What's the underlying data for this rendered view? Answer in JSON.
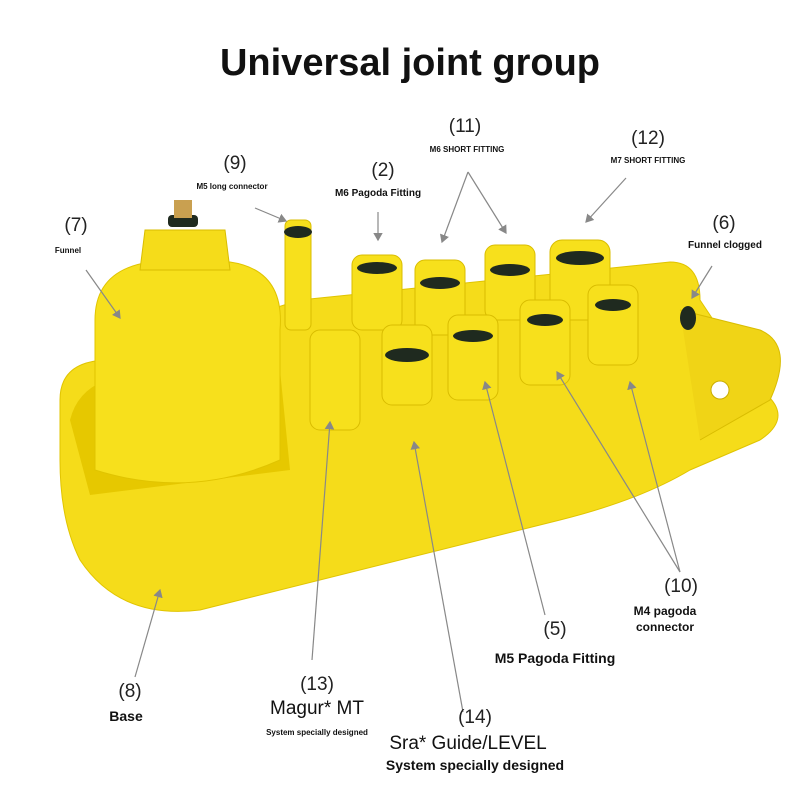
{
  "title": "Universal joint group",
  "colors": {
    "yellow": "#f7e01c",
    "yellow_dark": "#e3c500",
    "ring": "#1f2a1f",
    "arrow": "#888888"
  },
  "labels": {
    "l9": {
      "num": "(9)",
      "text": "M5 long connector"
    },
    "l2": {
      "num": "(2)",
      "text": "M6 Pagoda Fitting"
    },
    "l11": {
      "num": "(11)",
      "text": "M6 SHORT FITTING"
    },
    "l12": {
      "num": "(12)",
      "text": "M7 SHORT FITTING"
    },
    "l6": {
      "num": "(6)",
      "text": "Funnel clogged"
    },
    "l7": {
      "num": "(7)",
      "text": "Funnel"
    },
    "l10": {
      "num": "(10)",
      "text1": "M4 pagoda",
      "text2": "connector"
    },
    "l5": {
      "num": "(5)",
      "text": "M5 Pagoda Fitting"
    },
    "l8": {
      "num": "(8)",
      "text": "Base"
    },
    "l13": {
      "num": "(13)",
      "text": "Magur* MT",
      "sub": "System specially designed"
    },
    "l14": {
      "num": "(14)",
      "text": "Sra* Guide/LEVEL",
      "sub": "System specially designed"
    }
  }
}
